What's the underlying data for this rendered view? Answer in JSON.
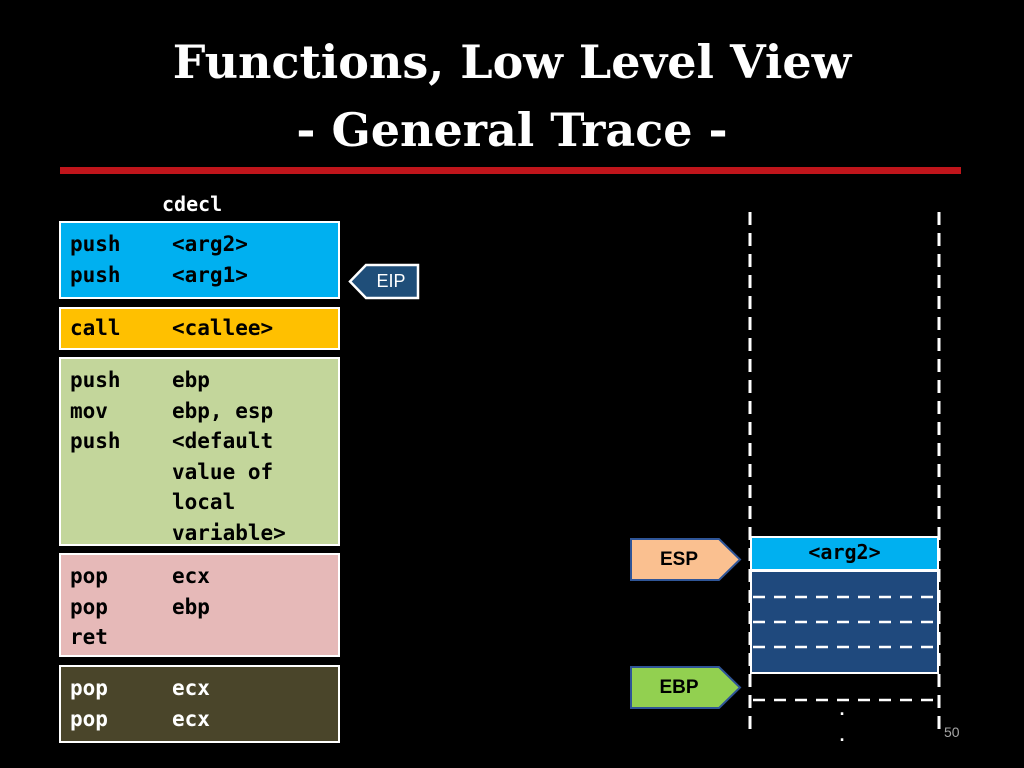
{
  "title": {
    "line1": "Functions, Low Level View",
    "line2": "- General Trace -"
  },
  "convention": "cdecl",
  "code_blocks": {
    "caller_push": [
      {
        "op": "push",
        "arg": "<arg2>"
      },
      {
        "op": "push",
        "arg": "<arg1>"
      }
    ],
    "call": [
      {
        "op": "call",
        "arg": "<callee>"
      }
    ],
    "prologue": [
      {
        "op": "push",
        "arg": "ebp"
      },
      {
        "op": "mov",
        "arg": "ebp, esp"
      },
      {
        "op": "push",
        "arg": "<default"
      },
      {
        "op": "",
        "arg": "value of"
      },
      {
        "op": "",
        "arg": "local"
      },
      {
        "op": "",
        "arg": "variable>"
      }
    ],
    "epilogue": [
      {
        "op": "pop",
        "arg": "ecx"
      },
      {
        "op": "pop",
        "arg": "ebp"
      },
      {
        "op": "ret",
        "arg": ""
      }
    ],
    "cleanup": [
      {
        "op": "pop",
        "arg": "ecx"
      },
      {
        "op": "pop",
        "arg": "ecx"
      }
    ]
  },
  "registers": {
    "eip": "EIP",
    "esp": "ESP",
    "ebp": "EBP"
  },
  "stack": {
    "top_cell": "<arg2>",
    "ellipsis": ". ."
  },
  "colors": {
    "caller_push": "#00b0f0",
    "call": "#ffc000",
    "prologue": "#c3d69b",
    "epilogue": "#e6b9b8",
    "cleanup": "#4a452a",
    "esp_box": "#fac090",
    "ebp_box": "#92d050",
    "eip_box": "#1f4e79",
    "stack_old_frame": "#1f497d",
    "title_rule": "#c0151b"
  },
  "page_number": "50"
}
